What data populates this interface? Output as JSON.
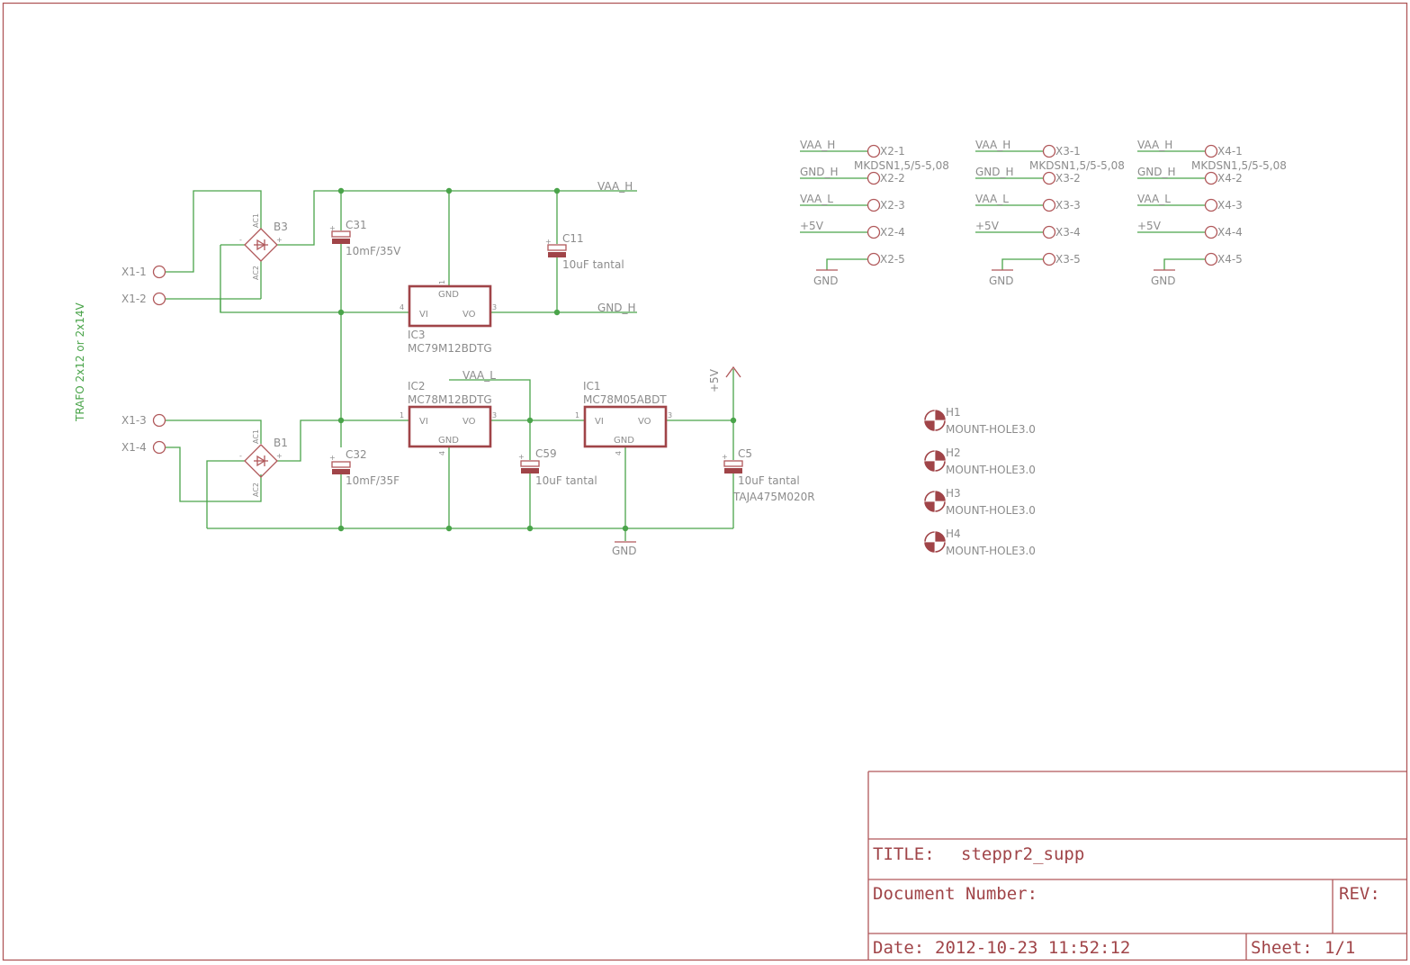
{
  "title_block": {
    "title_label": "TITLE:",
    "title_value": "steppr2_supp",
    "doc_number_label": "Document Number:",
    "rev_label": "REV:",
    "date_label": "Date:",
    "date_value": "2012-10-23 11:52:12",
    "sheet_label": "Sheet:",
    "sheet_value": "1/1"
  },
  "transformer_label": "TRAFO 2x12 or 2x14V",
  "input_pins": [
    "X1-1",
    "X1-2",
    "X1-3",
    "X1-4"
  ],
  "bridges": [
    {
      "name": "B3",
      "ac1": "AC1",
      "ac2": "AC2",
      "minus": "-",
      "plus": "+"
    },
    {
      "name": "B1",
      "ac1": "AC1",
      "ac2": "AC2",
      "minus": "-",
      "plus": "+"
    }
  ],
  "capacitors": [
    {
      "name": "C31",
      "value": "10mF/35V"
    },
    {
      "name": "C11",
      "value": "10uF tantal"
    },
    {
      "name": "C32",
      "value": "10mF/35F"
    },
    {
      "name": "C59",
      "value": "10uF tantal"
    },
    {
      "name": "C5",
      "value": "10uF tantal",
      "part": "TAJA475M020R"
    }
  ],
  "regulators": [
    {
      "name": "IC3",
      "value": "MC79M12BDTG",
      "vi": "VI",
      "vo": "VO",
      "gnd": "GND",
      "pin_in": "4",
      "pin_out": "3",
      "pin_gnd": "1"
    },
    {
      "name": "IC2",
      "value": "MC78M12BDTG",
      "vi": "VI",
      "vo": "VO",
      "gnd": "GND",
      "pin_in": "1",
      "pin_out": "3",
      "pin_gnd": "4"
    },
    {
      "name": "IC1",
      "value": "MC78M05ABDT",
      "vi": "VI",
      "vo": "VO",
      "gnd": "GND",
      "pin_in": "1",
      "pin_out": "3",
      "pin_gnd": "4"
    }
  ],
  "nets": {
    "vaa_h": "VAA_H",
    "gnd_h": "GND_H",
    "vaa_l": "VAA_L",
    "plus5": "+5V",
    "gnd": "GND"
  },
  "connectors": [
    {
      "part": "MKDSN1,5/5-5,08",
      "nets": [
        "VAA_H",
        "GND_H",
        "VAA_L",
        "+5V"
      ],
      "pins": [
        "X2-1",
        "X2-2",
        "X2-3",
        "X2-4",
        "X2-5"
      ],
      "gnd": "GND"
    },
    {
      "part": "MKDSN1,5/5-5,08",
      "nets": [
        "VAA_H",
        "GND_H",
        "VAA_L",
        "+5V"
      ],
      "pins": [
        "X3-1",
        "X3-2",
        "X3-3",
        "X3-4",
        "X3-5"
      ],
      "gnd": "GND"
    },
    {
      "part": "MKDSN1,5/5-5,08",
      "nets": [
        "VAA_H",
        "GND_H",
        "VAA_L",
        "+5V"
      ],
      "pins": [
        "X4-1",
        "X4-2",
        "X4-3",
        "X4-4",
        "X4-5"
      ],
      "gnd": "GND"
    }
  ],
  "mount_holes": [
    {
      "name": "H1",
      "value": "MOUNT-HOLE3.0"
    },
    {
      "name": "H2",
      "value": "MOUNT-HOLE3.0"
    },
    {
      "name": "H3",
      "value": "MOUNT-HOLE3.0"
    },
    {
      "name": "H4",
      "value": "MOUNT-HOLE3.0"
    }
  ],
  "colors": {
    "wire": "#4aa44a",
    "part": "#b0585a",
    "text": "#8c8c8c",
    "title": "#a04448"
  }
}
